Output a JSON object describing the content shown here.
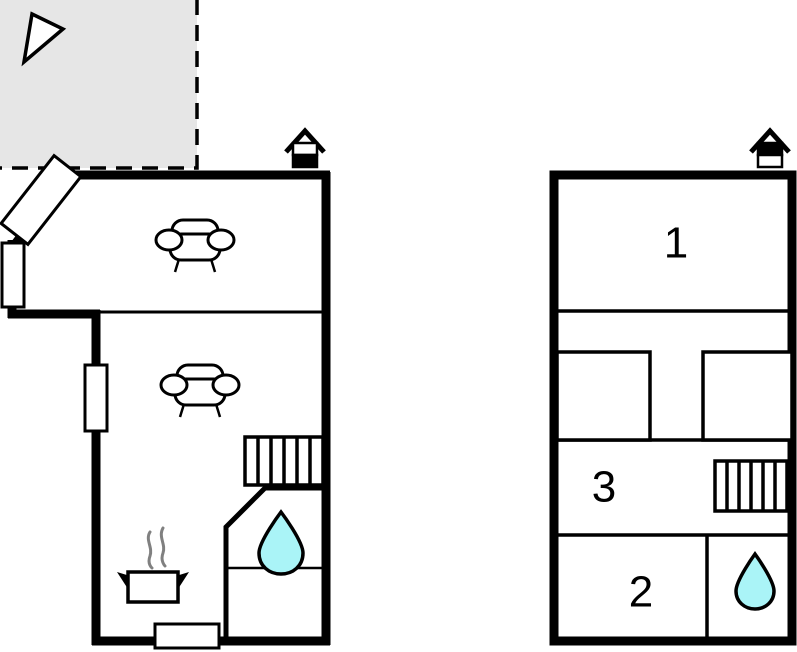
{
  "document": {
    "type": "floor-plan",
    "title": "Two-storey house floor plan",
    "background_color": "#ffffff",
    "wall_color": "#000000",
    "terrace_fill": "#e6e6e6",
    "water_color": "#aaf4f7",
    "steam_color": "#808080"
  },
  "plans": [
    {
      "id": "ground-floor",
      "name": "Ground floor plan (left)",
      "outline": "irregular L-shaped",
      "rooms": [
        {
          "name": "living-room-upper",
          "label": ""
        },
        {
          "name": "living-room-lower",
          "label": ""
        },
        {
          "name": "bathroom",
          "label": ""
        }
      ],
      "features": [
        {
          "name": "terrace",
          "label": "",
          "style": "dashed-outline",
          "fill": "#e6e6e6"
        },
        {
          "name": "parasol",
          "label": "",
          "shape": "triangle"
        },
        {
          "name": "entrance-door",
          "label": "",
          "orientation": "diagonal"
        },
        {
          "name": "window-left-upper",
          "label": "",
          "orientation": "vertical"
        },
        {
          "name": "window-left-lower",
          "label": "",
          "orientation": "vertical"
        },
        {
          "name": "window-bottom",
          "label": "",
          "orientation": "horizontal"
        },
        {
          "name": "chimney-icon",
          "label": "",
          "variant": "bottom-filled"
        },
        {
          "name": "sofa-upper",
          "label": ""
        },
        {
          "name": "sofa-lower",
          "label": ""
        },
        {
          "name": "radiator",
          "label": "",
          "bars": 6
        },
        {
          "name": "cooking-pot",
          "label": ""
        },
        {
          "name": "water-drop",
          "label": ""
        }
      ]
    },
    {
      "id": "upper-floor",
      "name": "Upper floor plan (right)",
      "outline": "rectangular",
      "rooms": [
        {
          "name": "room-1",
          "label": "1"
        },
        {
          "name": "room-2",
          "label": "2"
        },
        {
          "name": "room-3",
          "label": "3"
        }
      ],
      "features": [
        {
          "name": "chimney-icon",
          "label": "",
          "variant": "top-filled"
        },
        {
          "name": "bed-left",
          "label": ""
        },
        {
          "name": "bed-right",
          "label": ""
        },
        {
          "name": "radiator",
          "label": "",
          "bars": 6
        },
        {
          "name": "water-drop",
          "label": ""
        }
      ]
    }
  ],
  "room_numbers": {
    "one": "1",
    "two": "2",
    "three": "3"
  }
}
